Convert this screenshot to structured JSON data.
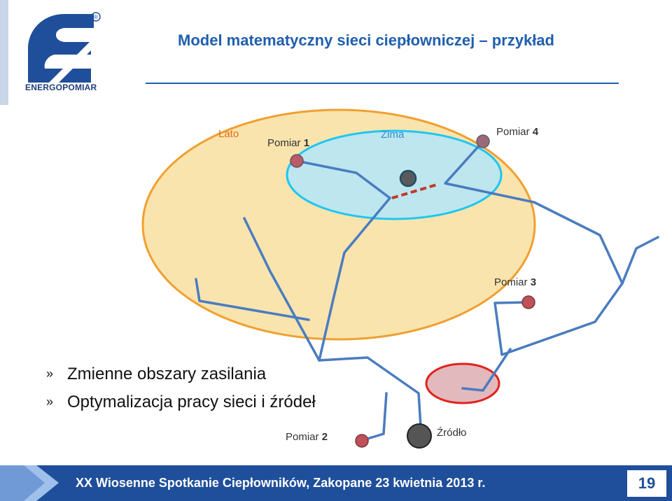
{
  "slide": {
    "title": "Model matematyczny sieci ciepłowniczej – przykład",
    "logo_text": "ENERGOPOMIAR",
    "logo_mark": "®",
    "page_number": "19"
  },
  "diagram": {
    "labels": {
      "lato": "Lato",
      "zima": "Zima",
      "pomiar_word": "Pomiar",
      "pomiar1_num": "1",
      "pomiar2_num": "2",
      "pomiar3_num": "3",
      "pomiar4_num": "4",
      "zrodlo": "Źródło"
    },
    "colors": {
      "lato_fill": "#f9e4ae",
      "lato_stroke": "#f0a030",
      "zima_fill": "#bde6ee",
      "zima_stroke": "#1ec6f2",
      "pipe": "#4a7cc0",
      "measurement_node": "#b85c6a",
      "source_node": "#5a5a5a",
      "source_area_fill": "#e2b9bd",
      "source_area_stroke": "#e0231c",
      "dashed_link": "#c0392b",
      "title": "#1f5fae",
      "footer": "#1f4f9a"
    }
  },
  "bullets": {
    "items": [
      "Zmienne obszary zasilania",
      "Optymalizacja pracy sieci i źródeł"
    ],
    "marker": "»"
  },
  "footer": {
    "text": "XX Wiosenne Spotkanie Ciepłowników, Zakopane 23 kwietnia 2013 r."
  }
}
